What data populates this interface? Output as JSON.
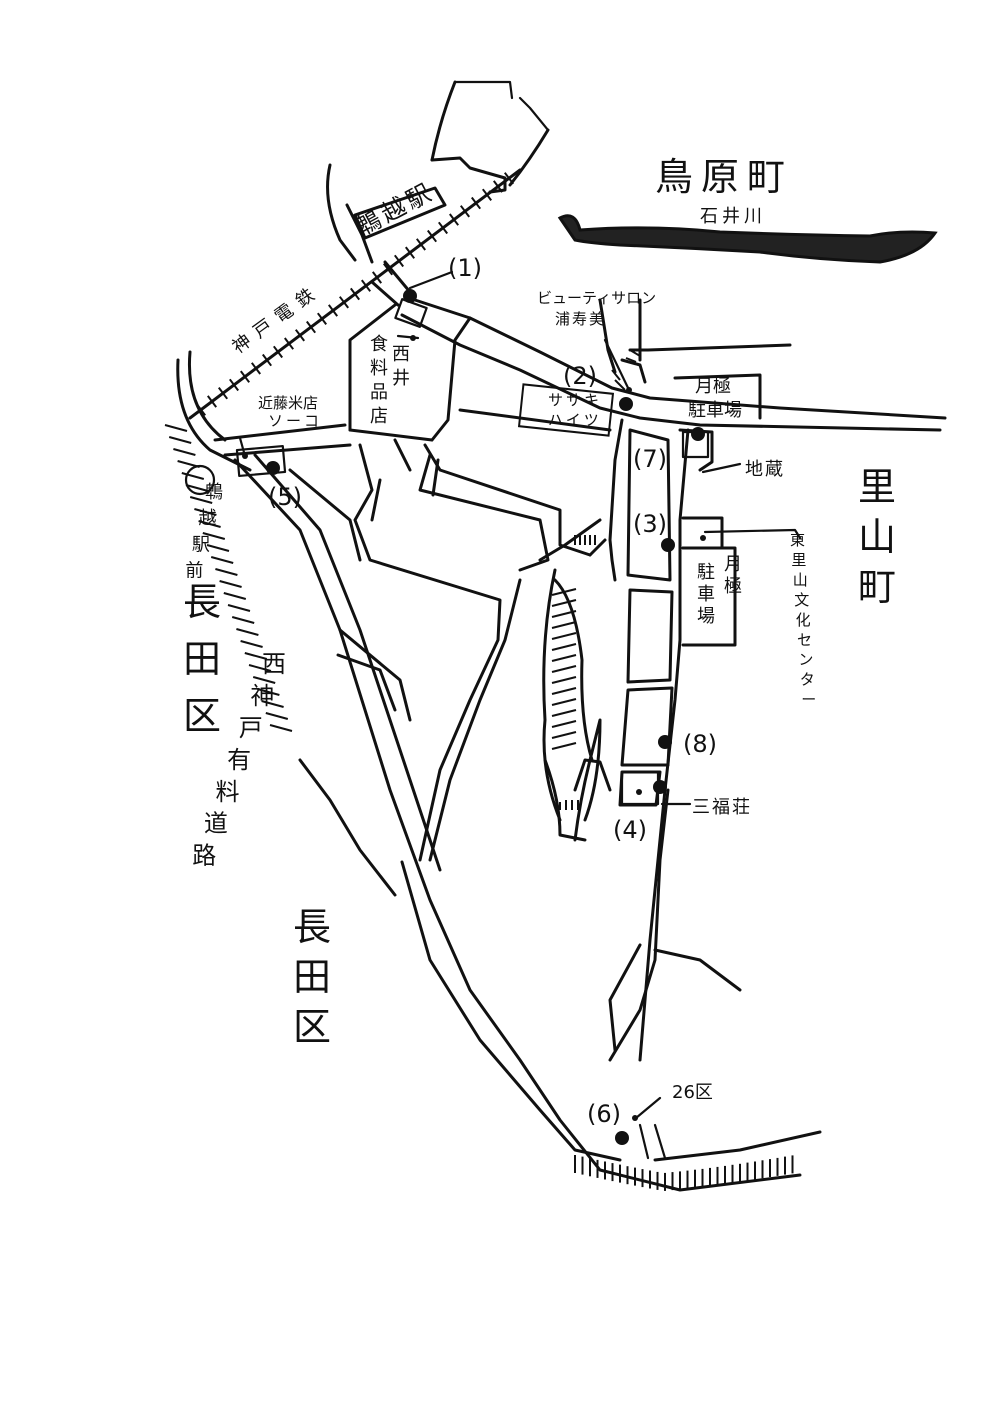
{
  "map": {
    "areas": {
      "torihara": "鳥原町",
      "satoyama": "里山町",
      "nagata_left": "長田区",
      "nagata_bottom": "長田区"
    },
    "river": "石井川",
    "railway": "神戸電鉄",
    "station": "鵯越駅",
    "expressway": "西神戸有料道路",
    "bus_stop": "鵯越駅前",
    "places": {
      "shop_nishii": "西井食料品店",
      "beauty_salon_line1": "ビューティサロン",
      "beauty_salon_line2": "浦寿美",
      "parking_north": "月極駐車場",
      "sasaki_line1": "ササキ",
      "sasaki_line2": "ハイツ",
      "jizo": "地蔵",
      "culture_center": "東里山文化センター",
      "parking_east": "月極駐車場",
      "kondo_line1": "近藤米店",
      "kondo_line2": "ソーコ",
      "mifukuso": "三福荘",
      "ward_26": "26区"
    },
    "points": [
      "(1)",
      "(2)",
      "(3)",
      "(4)",
      "(5)",
      "(6)",
      "(7)",
      "(8)"
    ]
  }
}
